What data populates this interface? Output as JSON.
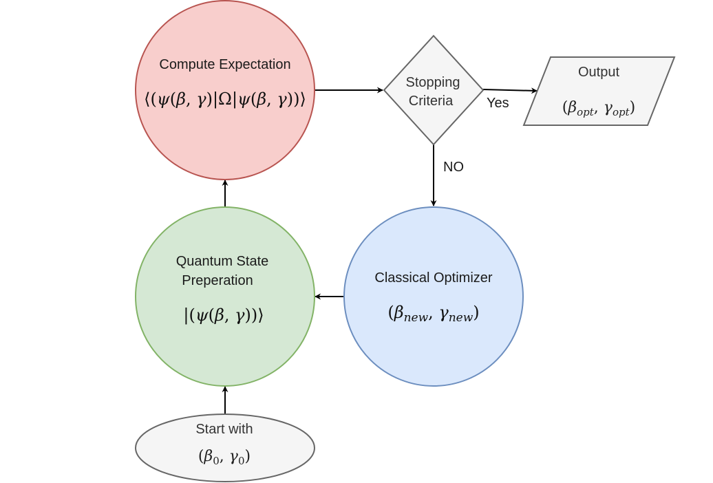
{
  "nodes": {
    "compute": {
      "label": "Compute Expectation",
      "formula_open": "⟨(",
      "formula_psi1": "ψ",
      "formula_mid1": "(",
      "formula_beta1": "β",
      "formula_comma1": ", ",
      "formula_gamma1": "γ",
      "formula_mid2": ")|Ω|",
      "formula_psi2": "ψ",
      "formula_mid3": "(",
      "formula_beta2": "β",
      "formula_comma2": ", ",
      "formula_gamma2": "γ",
      "formula_close": "))⟩",
      "fill": "#f8cecc",
      "stroke": "#b85450"
    },
    "stopping": {
      "label_line1": "Stopping",
      "label_line2": "Criteria",
      "fill": "#f5f5f5",
      "stroke": "#666666"
    },
    "output": {
      "label": "Output",
      "formula_open": "(",
      "formula_beta": "β",
      "formula_beta_sub": "opt",
      "formula_comma": ", ",
      "formula_gamma": "γ",
      "formula_gamma_sub": "opt",
      "formula_close": ")",
      "fill": "#f5f5f5",
      "stroke": "#666666"
    },
    "optimizer": {
      "label": "Classical Optimizer",
      "formula_open": "(",
      "formula_beta": "β",
      "formula_beta_sub": "new",
      "formula_comma": ", ",
      "formula_gamma": "γ",
      "formula_gamma_sub": "new",
      "formula_close": ")",
      "fill": "#dae8fc",
      "stroke": "#6c8ebf"
    },
    "prep": {
      "label_line1": "Quantum State",
      "label_line2": "Preperation",
      "formula_open": "|(",
      "formula_psi": "ψ",
      "formula_mid": "(",
      "formula_beta": "β",
      "formula_comma": ", ",
      "formula_gamma": "γ",
      "formula_close": "))⟩",
      "fill": "#d5e8d4",
      "stroke": "#82b366"
    },
    "start": {
      "label": "Start with",
      "formula_open": "(",
      "formula_beta": "β",
      "formula_beta_sub": "0",
      "formula_comma": ", ",
      "formula_gamma": "γ",
      "formula_gamma_sub": "0",
      "formula_close": ")",
      "fill": "#f5f5f5",
      "stroke": "#666666"
    }
  },
  "edges": {
    "yes_label": "Yes",
    "no_label": "NO"
  }
}
